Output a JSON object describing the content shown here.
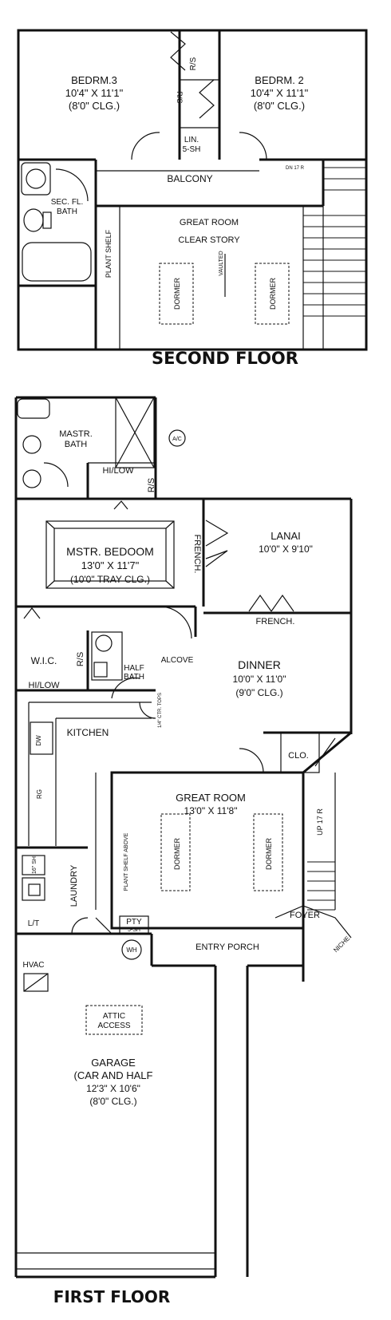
{
  "second_floor": {
    "title": "SECOND FLOOR",
    "rooms": {
      "bedrm3_name": "BEDRM.3",
      "bedrm3_size": "10'4\" X 11'1\"",
      "bedrm3_clg": "(8'0\" CLG.)",
      "bedrm2_name": "BEDRM. 2",
      "bedrm2_size": "10'4\" X 11'1\"",
      "bedrm2_clg": "(8'0\" CLG.)",
      "rs_a": "R/S",
      "rs_b": "R/S",
      "lin": "LIN.",
      "lin_sh": "5-SH",
      "balcony": "BALCONY",
      "bath_a": "SEC. FL.",
      "bath_b": "BATH",
      "great_room": "GREAT ROOM",
      "clear_story": "CLEAR STORY",
      "plant_shelf": "PLANT SHELF",
      "vaulted": "VAULTED",
      "dormer_left": "DORMER",
      "dormer_right": "DORMER",
      "stair": "DN 17 R"
    }
  },
  "first_floor": {
    "title": "FIRST FLOOR",
    "rooms": {
      "mastr_bath_a": "MASTR.",
      "mastr_bath_b": "BATH",
      "ac": "A/C",
      "hilow_top": "HI/LOW",
      "rs_top": "R/S",
      "bed_name": "MSTR. BEDOOM",
      "bed_size": "13'0\" X 11'7\"",
      "bed_clg": "(10'0\" TRAY CLG.)",
      "french_side": "FRENCH.",
      "lanai_name": "LANAI",
      "lanai_size": "10'0\" X 9'10\"",
      "french_top": "FRENCH.",
      "wic": "W.I.C.",
      "rs_wic": "R/S",
      "hilow_wic": "HI/LOW",
      "half_bath_a": "HALF",
      "half_bath_b": "BATH",
      "alcove": "ALCOVE",
      "dinner_name": "DINNER",
      "dinner_size": "10'0\" X 11'0\"",
      "dinner_clg": "(9'0\" CLG.)",
      "kitchen": "KITCHEN",
      "ctr_tops": "1/4\" CTR. TOPS",
      "dw": "DW",
      "rg": "RG",
      "clo": "CLO.",
      "great_name": "GREAT ROOM",
      "great_size": "13'0\" X 11'8\"",
      "dormer_left": "DORMER",
      "dormer_right": "DORMER",
      "up": "UP 17 R",
      "plant_shelf": "PLANT SHELF ABOVE",
      "laundry": "LAUNDRY",
      "shelf": "16\" SH",
      "lt": "L/T",
      "pty": "PTY",
      "pty_sh": "5-SH",
      "foyer": "FOYER",
      "niche": "NICHE",
      "wh": "WH",
      "entry": "ENTRY PORCH",
      "hvac": "HVAC",
      "attic_a": "ATTIC",
      "attic_b": "ACCESS",
      "garage_a": "GARAGE",
      "garage_b": "(CAR AND HALF",
      "garage_c": "12'3\" X 10'6\"",
      "garage_d": "(8'0\" CLG.)"
    }
  }
}
